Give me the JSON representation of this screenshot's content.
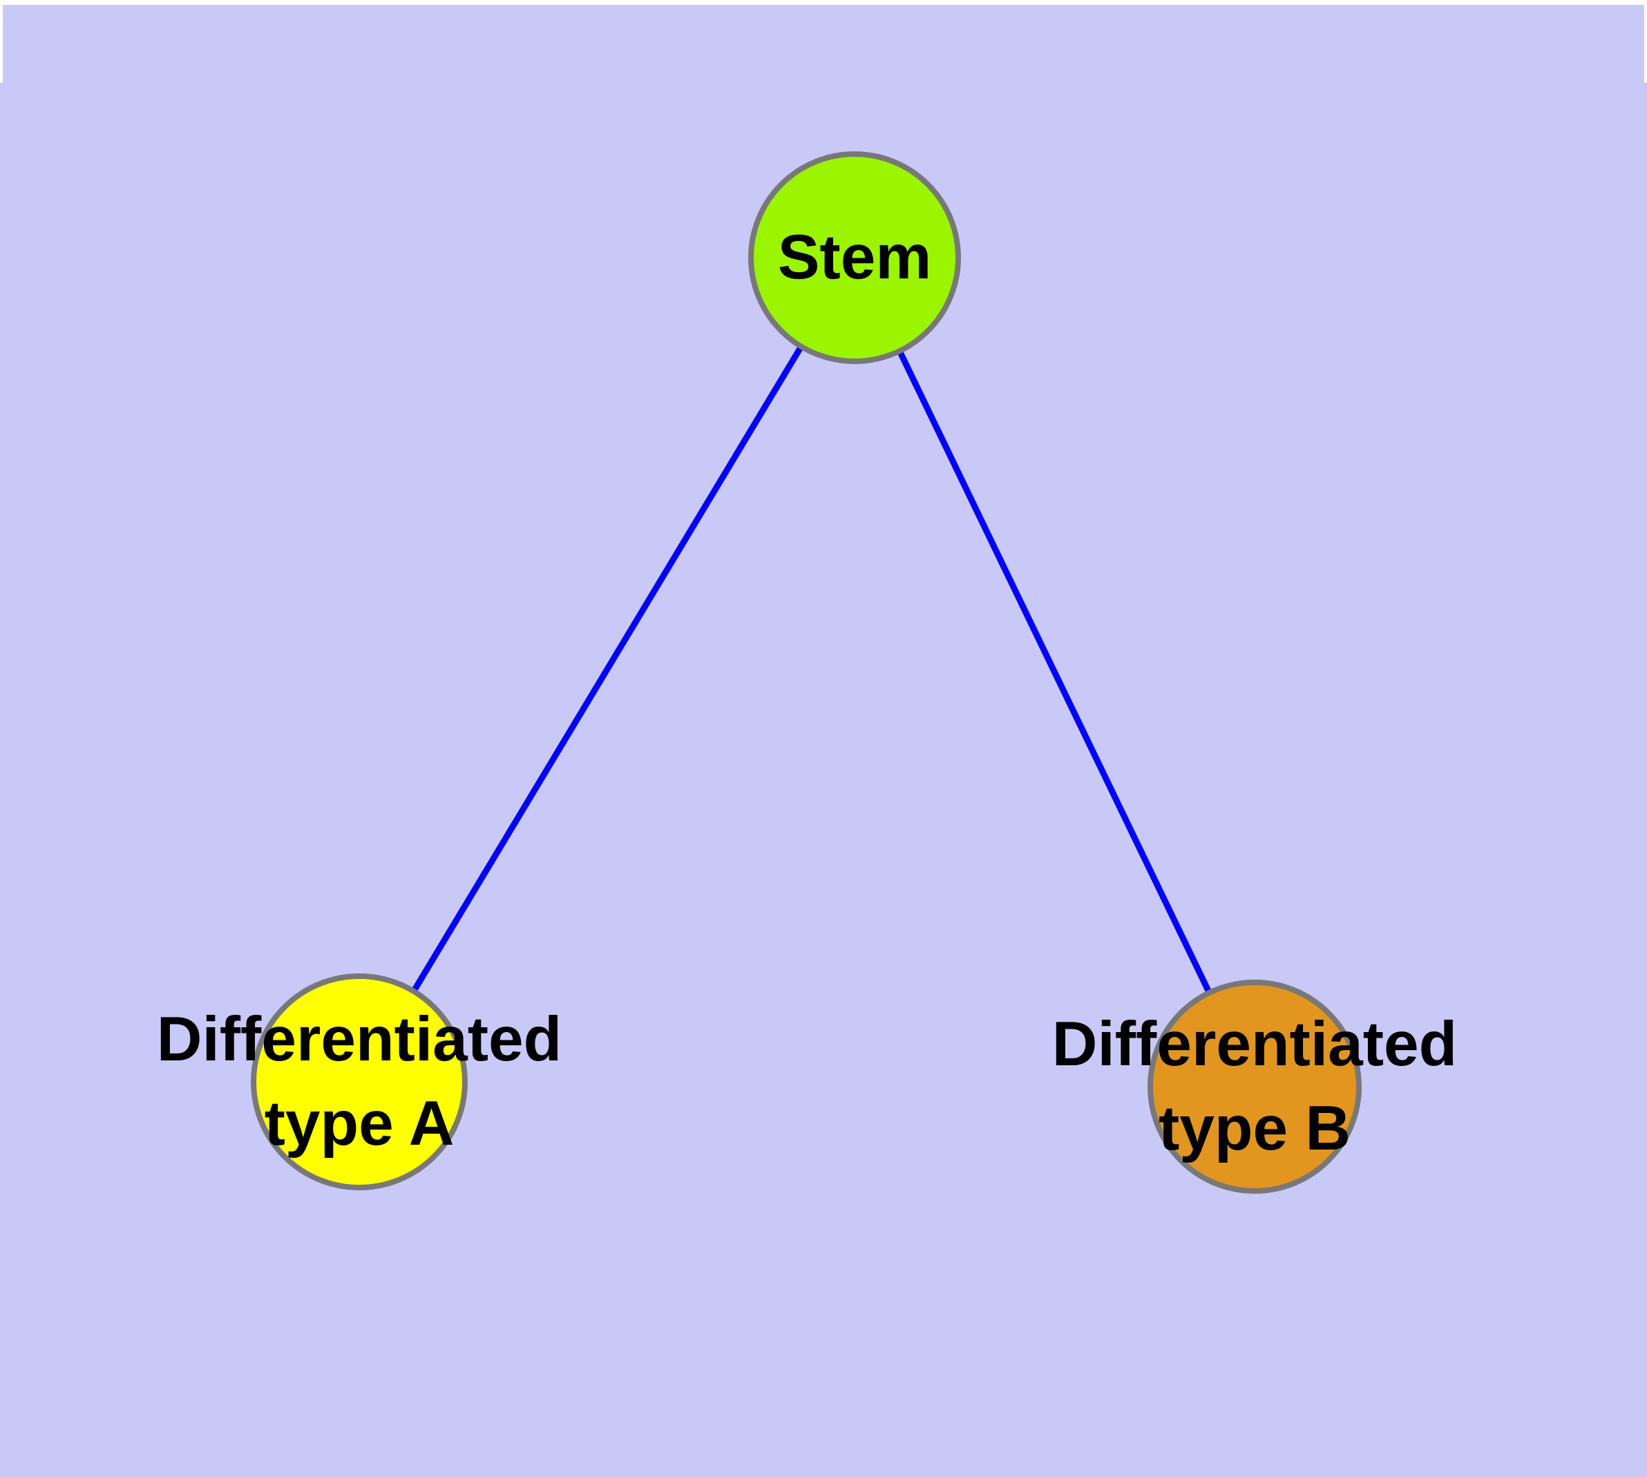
{
  "diagram": {
    "kind": "cell-differentiation-graph",
    "page_color": "#ffffff",
    "panel_color": "#c9c9f8"
  },
  "edges": {
    "color": "#0202fa",
    "items": [
      {
        "from": "Stem",
        "to": "Differentiated type A"
      },
      {
        "from": "Stem",
        "to": "Differentiated type B"
      }
    ]
  },
  "nodes": {
    "stem": {
      "label": "Stem",
      "fill": "#9bf500",
      "stroke": "#787878"
    },
    "type_a": {
      "label_line1": "Differentiated",
      "label_line2": "type A",
      "fill": "#ffff00",
      "stroke": "#787878"
    },
    "type_b": {
      "label_line1": "Differentiated",
      "label_line2": "type B",
      "fill": "#e2961f",
      "stroke": "#787878"
    }
  }
}
